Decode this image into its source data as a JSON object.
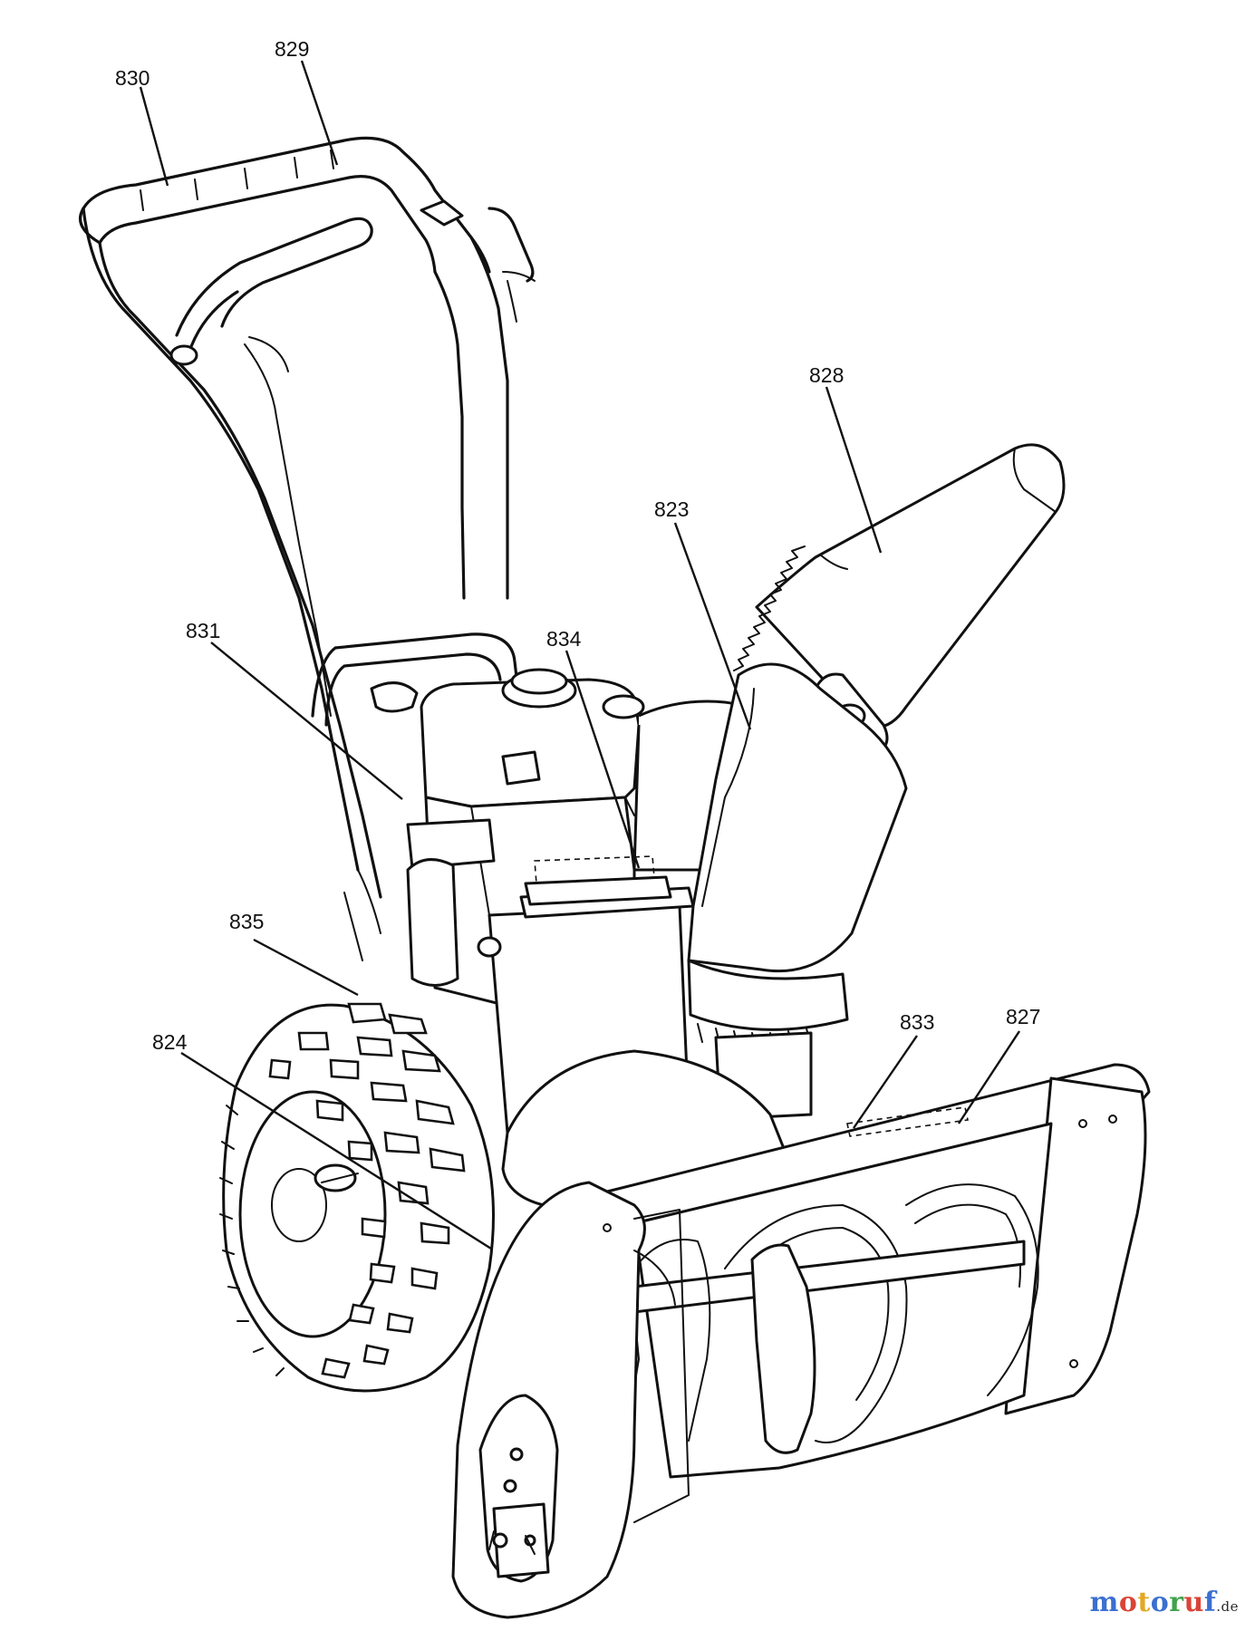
{
  "callouts": [
    {
      "id": "c830",
      "label": "830"
    },
    {
      "id": "c829",
      "label": "829"
    },
    {
      "id": "c828",
      "label": "828"
    },
    {
      "id": "c823",
      "label": "823"
    },
    {
      "id": "c831",
      "label": "831"
    },
    {
      "id": "c834",
      "label": "834"
    },
    {
      "id": "c835",
      "label": "835"
    },
    {
      "id": "c824",
      "label": "824"
    },
    {
      "id": "c833",
      "label": "833"
    },
    {
      "id": "c827",
      "label": "827"
    }
  ],
  "watermark": {
    "text": "motoruf",
    "suffix": ".de",
    "letter_colors": [
      "#3b6fd0",
      "#d94436",
      "#e3a823",
      "#3b6fd0",
      "#3fa34d",
      "#d94436",
      "#3b6fd0"
    ]
  }
}
